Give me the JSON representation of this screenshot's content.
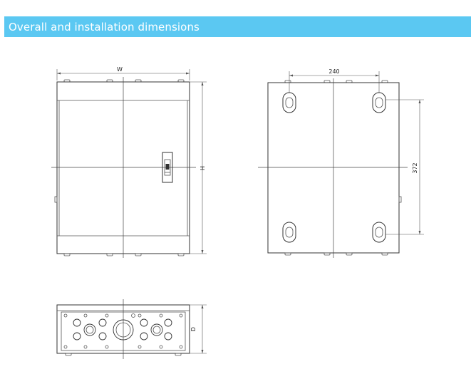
{
  "header": {
    "title": "Overall and installation dimensions",
    "accent_color": "#5bc8f2"
  },
  "front_view": {
    "width_label": "W",
    "height_label": "H"
  },
  "rear_view": {
    "horizontal_spacing_label": "240",
    "vertical_spacing_label": "372"
  },
  "bottom_view": {
    "depth_label": "D"
  }
}
